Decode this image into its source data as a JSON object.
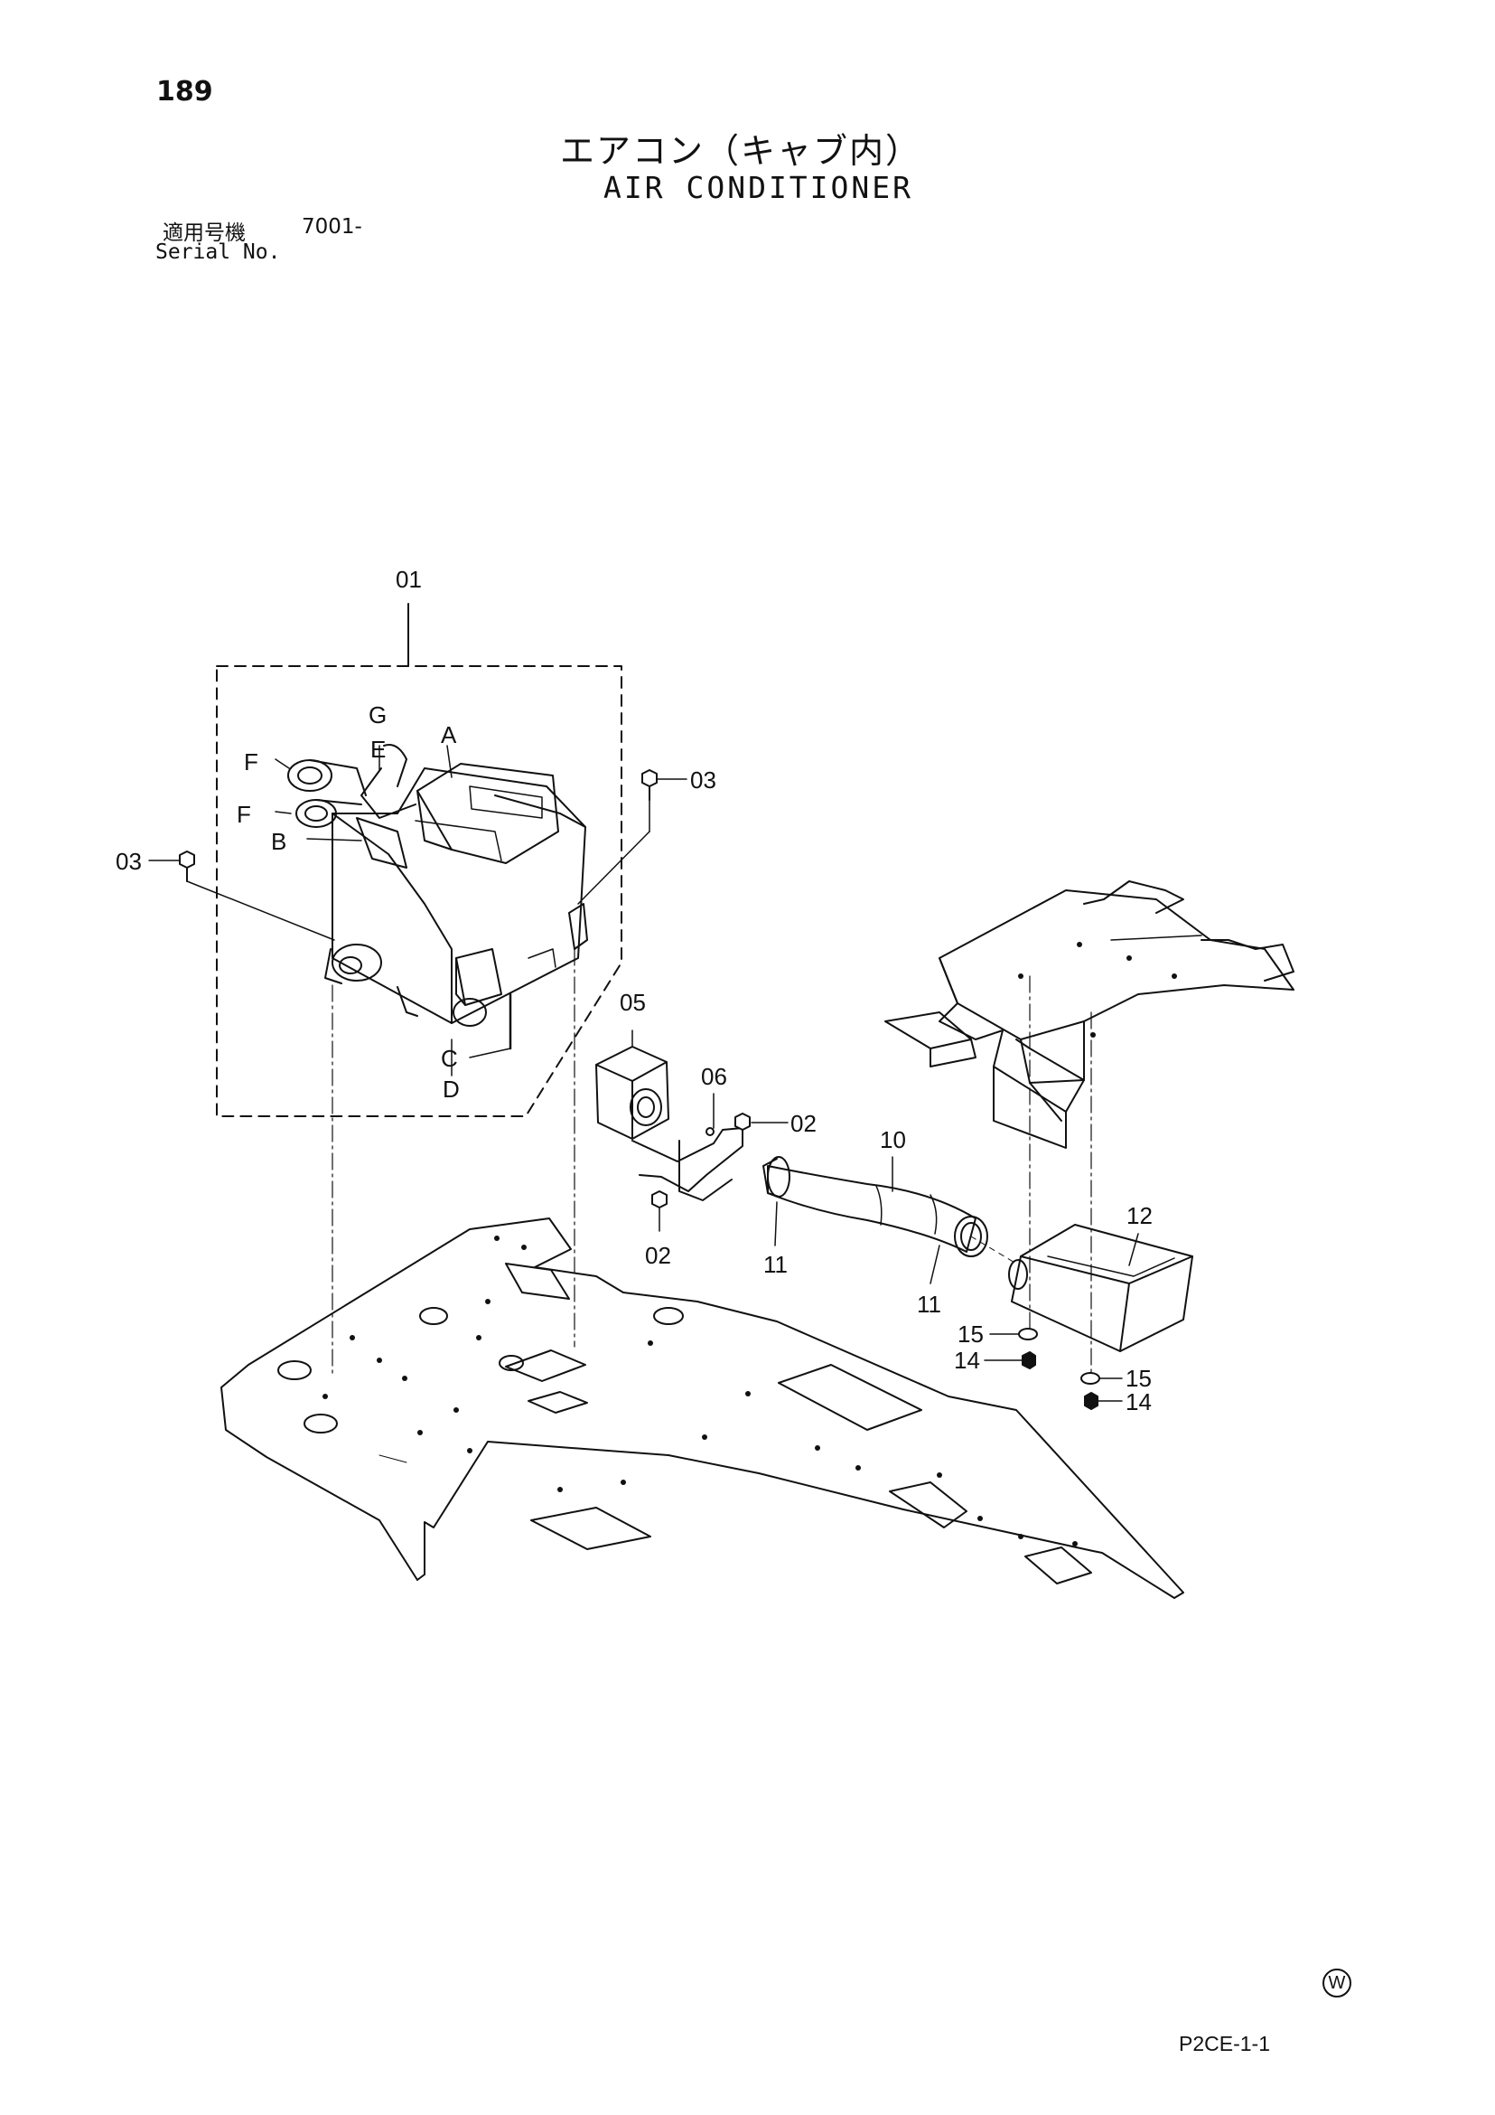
{
  "header": {
    "page_number": "189",
    "title_ja": "エアコン（キャブ内）",
    "title_en": "AIR CONDITIONER",
    "serial_label_ja": "適用号機",
    "serial_value": "7001-",
    "serial_label_en": "Serial No."
  },
  "callouts": {
    "c01": "01",
    "g": "G",
    "e": "E",
    "a": "A",
    "f1": "F",
    "f2": "F",
    "b": "B",
    "c03_left": "03",
    "c03_right": "03",
    "c": "C",
    "d": "D",
    "c05": "05",
    "c06": "06",
    "c02_right": "02",
    "c02_bottom": "02",
    "c10": "10",
    "c11_left": "11",
    "c11_right": "11",
    "c12": "12",
    "c15_left": "15",
    "c14_left": "14",
    "c15_right": "15",
    "c14_right": "14"
  },
  "footer": {
    "env_mark": "W",
    "drawing_code": "P2CE-1-1"
  }
}
